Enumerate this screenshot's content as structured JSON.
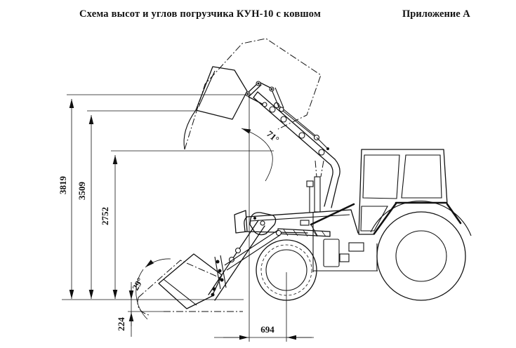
{
  "title": "Схема высот и углов погрузчика КУН-10 с ковшом",
  "annex": "Приложение А",
  "dims": {
    "h_max": "3819",
    "h_edge": "3509",
    "h_pivot": "2752",
    "dig_depth": "224",
    "reach": "694",
    "angle_dump": "71°",
    "angle_rollback": "29°"
  },
  "colors": {
    "line": "#111111",
    "background": "#ffffff"
  }
}
